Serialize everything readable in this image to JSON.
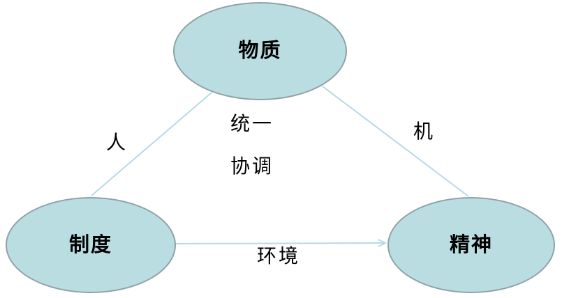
{
  "diagram": {
    "nodes": {
      "top": {
        "label": "物质"
      },
      "bottom_left": {
        "label": "制度"
      },
      "bottom_right": {
        "label": "精神"
      }
    },
    "edge_labels": {
      "left_edge": "人",
      "right_edge": "机",
      "center_line_1": "统一",
      "center_line_2": "协调",
      "bottom_edge": "环境"
    },
    "colors": {
      "node_fill": "#badde2",
      "node_border": "#8fa2a6",
      "connector_line": "#b6dae6",
      "text": "#000000",
      "background": "#ffffff"
    }
  }
}
